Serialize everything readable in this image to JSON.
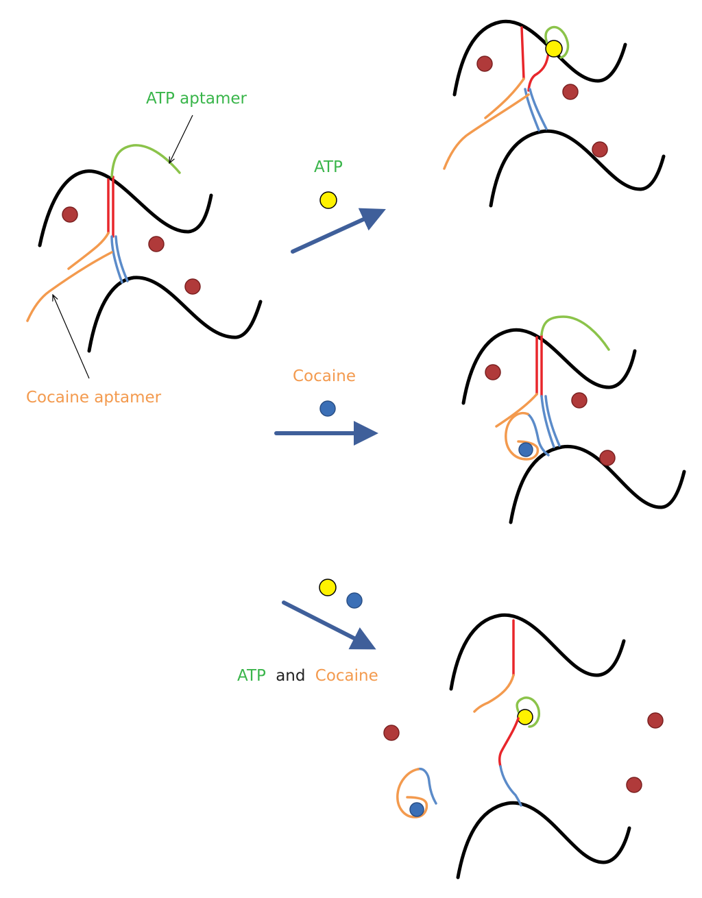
{
  "labels": {
    "atp_aptamer": "ATP aptamer",
    "cocaine_aptamer": "Cocaine aptamer",
    "atp": "ATP",
    "cocaine": "Cocaine",
    "combined_atp": "ATP",
    "combined_and": "and",
    "combined_cocaine": "Cocaine"
  },
  "colors": {
    "atp_green": "#39b54a",
    "cocaine_orange": "#f39a4e",
    "linker_red": "#e8262b",
    "linker_blue": "#5b8bc9",
    "aptamer_green": "#8bc34a",
    "atp_ball": "#fff200",
    "cocaine_ball": "#3b6fb6",
    "nanoparticle": "#b03a3a",
    "arrow": "#3f5f9a"
  }
}
